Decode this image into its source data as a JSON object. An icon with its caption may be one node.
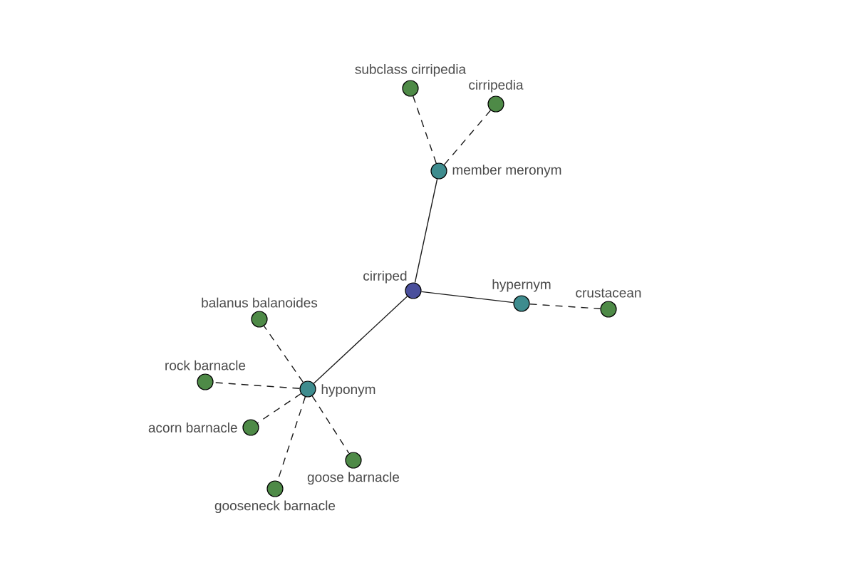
{
  "diagram": {
    "nodes": [
      {
        "text": [
          "subclass cirripedia"
        ]
      },
      {
        "text": [
          "cirripedia"
        ]
      },
      {
        "text": [
          "member meronym"
        ]
      },
      {
        "text": [
          "cirriped"
        ]
      },
      {
        "text": [
          "hypernym"
        ]
      },
      {
        "text": [
          "crustacean"
        ]
      },
      {
        "text": [
          "balanus balanoides"
        ]
      },
      {
        "text": [
          "rock barnacle"
        ]
      },
      {
        "text": [
          "hyponym"
        ]
      },
      {
        "text": [
          "acorn barnacle"
        ]
      },
      {
        "text": [
          "goose barnacle"
        ]
      },
      {
        "text": [
          "gooseneck barnacle"
        ]
      }
    ],
    "edges": [
      {
        "from": 3,
        "to": 2,
        "arrow": "none"
      },
      {
        "from": 2,
        "to": 0,
        "arrow": "none",
        "style": "dashed"
      },
      {
        "from": 2,
        "to": 1,
        "arrow": "none",
        "style": "dashed"
      },
      {
        "from": 3,
        "to": 4,
        "arrow": "none"
      },
      {
        "from": 4,
        "to": 5,
        "arrow": "none",
        "style": "dashed"
      },
      {
        "from": 3,
        "to": 8,
        "arrow": "none"
      },
      {
        "from": 8,
        "to": 6,
        "arrow": "none",
        "style": "dashed"
      },
      {
        "from": 8,
        "to": 7,
        "arrow": "none",
        "style": "dashed"
      },
      {
        "from": 8,
        "to": 9,
        "arrow": "none",
        "style": "dashed"
      },
      {
        "from": 8,
        "to": 10,
        "arrow": "none",
        "style": "dashed"
      },
      {
        "from": 8,
        "to": 11,
        "arrow": "none",
        "style": "dashed"
      }
    ]
  }
}
